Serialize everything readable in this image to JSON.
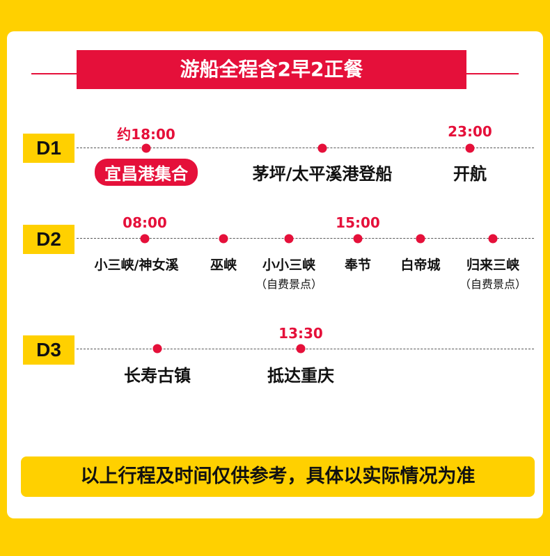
{
  "title": "游船全程含2早2正餐",
  "days": [
    {
      "label": "D1",
      "stops": [
        {
          "time": "约18:00",
          "name": "宜昌港集合"
        },
        {
          "name": "茅坪/太平溪港登船"
        },
        {
          "time": "23:00",
          "name": "开航"
        }
      ]
    },
    {
      "label": "D2",
      "stops": [
        {
          "time": "08:00",
          "name": "小三峡/神女溪"
        },
        {
          "name": "巫峡"
        },
        {
          "name": "小小三峡",
          "sub": "（自费景点）"
        },
        {
          "time": "15:00",
          "name": "奉节"
        },
        {
          "name": "白帝城"
        },
        {
          "name": "归来三峡",
          "sub": "（自费景点）"
        }
      ]
    },
    {
      "label": "D3",
      "stops": [
        {
          "name": "长寿古镇"
        },
        {
          "time": "13:30",
          "name": "抵达重庆"
        }
      ]
    }
  ],
  "note": "以上行程及时间仅供参考，具体以实际情况为准",
  "colors": {
    "red": "#E5103A",
    "yellow": "#FFD000"
  }
}
